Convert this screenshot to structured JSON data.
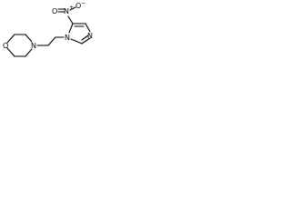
{
  "molecule": {
    "atoms": {
      "morpholine_o": "O",
      "morpholine_n": "N",
      "imidazole_n1": "N",
      "imidazole_n3": "N",
      "nitro_n": "N",
      "nitro_o1": "O",
      "nitro_o2": "O",
      "nitro_n_charge": "+",
      "nitro_o_charge": "−"
    },
    "colors": {
      "bond": "#000000",
      "label": "#000000",
      "background": "#ffffff"
    }
  }
}
